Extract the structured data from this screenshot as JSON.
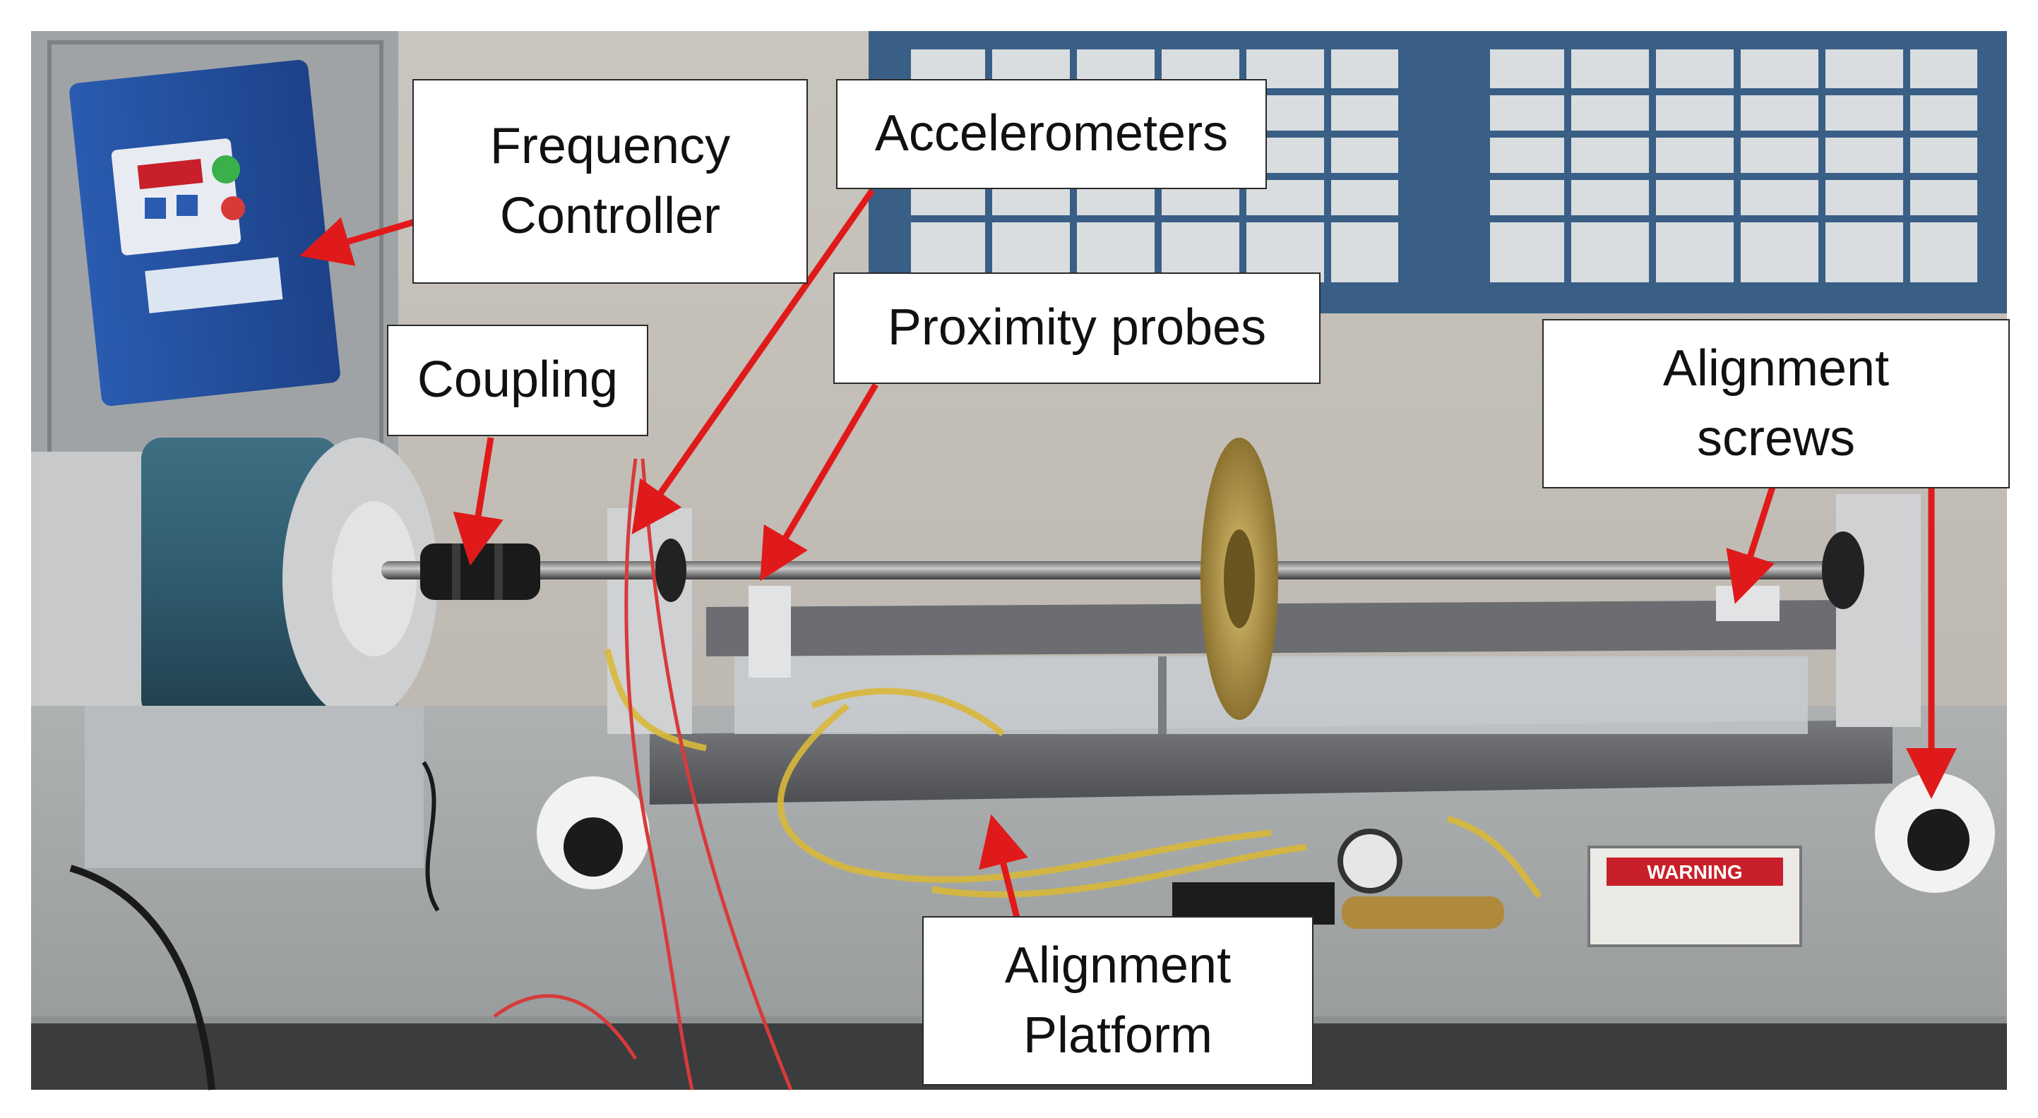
{
  "labels": {
    "frequency_controller": "Frequency\nController",
    "accelerometers": "Accelerometers",
    "proximity_probes": "Proximity probes",
    "coupling": "Coupling",
    "alignment_screws": "Alignment\nscrews",
    "alignment_platform": "Alignment\nPlatform"
  },
  "device_markings": {
    "warning_plate": "WARNING"
  },
  "colors": {
    "arrow": "#e01a1a",
    "controller_blue": "#2a5bb0",
    "motor_teal": "#2f5b6e",
    "platform_steel": "#5d5f63",
    "flywheel_brass": "#b89a4a",
    "tube_yellow": "#d8b83a",
    "cable_red": "#d83a3a",
    "label_border": "#2a2a2a",
    "label_background": "#ffffff"
  }
}
